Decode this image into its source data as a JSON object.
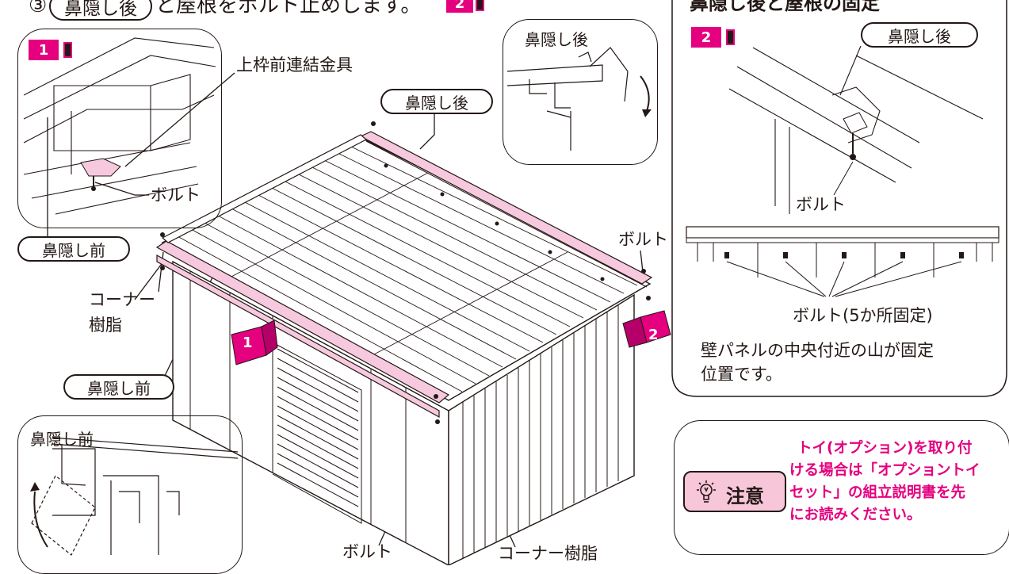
{
  "header": {
    "step_prefix": "③",
    "step_pill": "鼻隠し後",
    "step_text": "と屋根をボルト止めします。",
    "step_cam": "2",
    "right_title": "鼻隠し後と屋根の固定"
  },
  "cameras": {
    "one": "1",
    "two": "2"
  },
  "main": {
    "label_upper_bracket": "上枠前連結金具",
    "label_bolt_detail1": "ボルト",
    "pill_front_top": "鼻隠し前",
    "pill_rear_top": "鼻隠し後",
    "label_bolt_right": "ボルト",
    "label_corner_resin_left_line1": "コーナー",
    "label_corner_resin_left_line2": "樹脂",
    "pill_front_mid": "鼻隠し前",
    "label_bolt_bottom": "ボルト",
    "label_corner_resin_bottom": "コーナー樹脂"
  },
  "detail_rear": {
    "title": "鼻隠し後"
  },
  "detail_front": {
    "title": "鼻隠し前"
  },
  "right_panel": {
    "pill": "鼻隠し後",
    "bolt_label": "ボルト",
    "bolts_label": "ボルト(5か所固定)",
    "desc_line1": "壁パネルの中央付近の山が固定",
    "desc_line2": "位置です。"
  },
  "notice": {
    "badge": "注意",
    "lines": [
      "トイ(オプション)を取り付",
      "ける場合は「オプショントイ",
      "セット」の組立説明書を先",
      "にお読みください。"
    ]
  },
  "colors": {
    "accent": "#e4007f",
    "ink": "#231815",
    "highlight": "#f6c9de",
    "badge_bg": "#f8c6d9"
  }
}
